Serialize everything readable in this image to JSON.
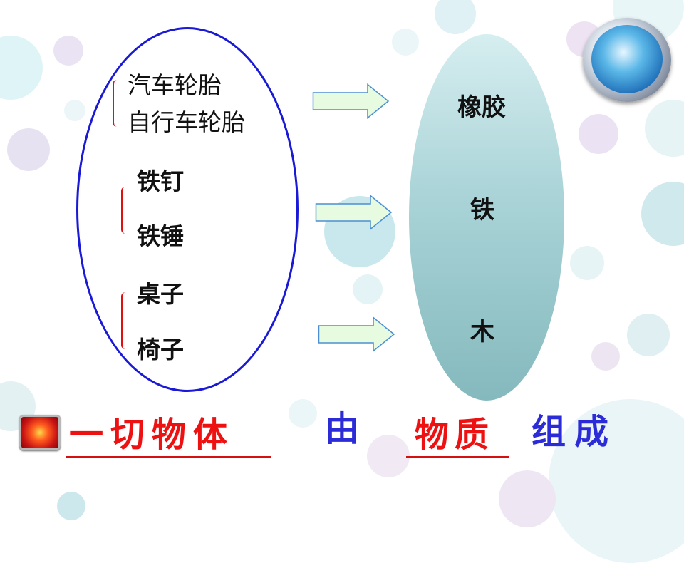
{
  "groups": [
    {
      "items": [
        "汽车轮胎",
        "自行车轮胎"
      ],
      "material": "橡胶"
    },
    {
      "items": [
        "铁钉",
        "铁锤"
      ],
      "material": "铁"
    },
    {
      "items": [
        "桌子",
        "椅子"
      ],
      "material": "木"
    }
  ],
  "conclusion": {
    "part1": "一切物体",
    "part2": "由",
    "part3": "物质",
    "part4": "组成"
  },
  "colors": {
    "ellipse_border": "#1a1ad6",
    "brace": "#e01010",
    "arrow_fill": "#e6fbe0",
    "red_text": "#ee1111",
    "blue_text": "#2b2bd8"
  },
  "icons": [
    "globe-icon",
    "bullet-icon"
  ]
}
